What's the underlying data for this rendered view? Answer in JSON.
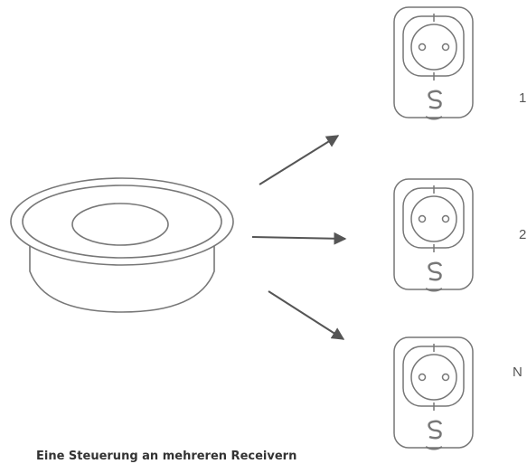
{
  "receivers": [
    {
      "label": "1"
    },
    {
      "label": "2"
    },
    {
      "label": "N"
    }
  ],
  "caption": "Eine Steuerung an mehreren Receivern",
  "icons": {
    "controller": "round-button-controller-icon",
    "receiver": "smart-plug-icon",
    "arrow": "arrow-icon"
  },
  "colors": {
    "stroke": "#777777",
    "arrow": "#555555"
  }
}
